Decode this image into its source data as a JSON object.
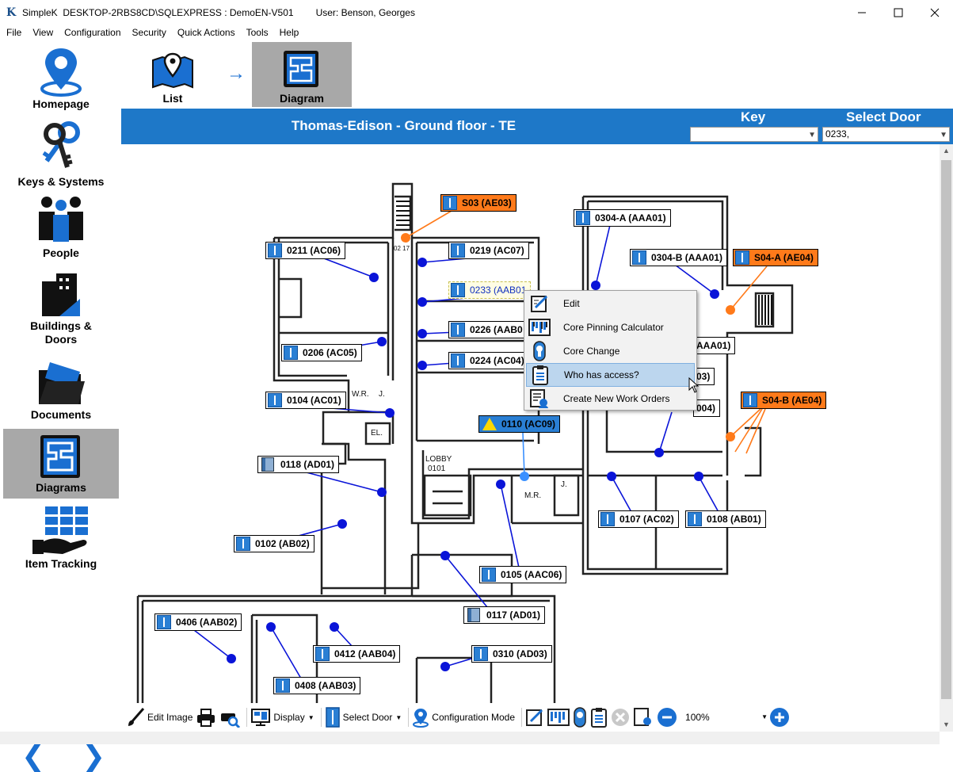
{
  "window": {
    "app_name": "SimpleK",
    "title": "DESKTOP-2RBS8CD\\SQLEXPRESS : DemoEN-V501",
    "user": "User: Benson, Georges",
    "minimize": "—",
    "maximize": "☐",
    "close": "✕"
  },
  "menu": [
    "File",
    "View",
    "Configuration",
    "Security",
    "Quick Actions",
    "Tools",
    "Help"
  ],
  "sidebar": {
    "items": [
      {
        "label": "Homepage",
        "icon": "location-pin-icon"
      },
      {
        "label": "Keys & Systems",
        "icon": "keys-icon"
      },
      {
        "label": "People",
        "icon": "people-icon"
      },
      {
        "label": "Buildings &",
        "label2": "Doors",
        "icon": "buildings-icon"
      },
      {
        "label": "Documents",
        "icon": "folder-icon"
      },
      {
        "label": "Diagrams",
        "icon": "floorplan-icon",
        "active": true
      },
      {
        "label": "Item Tracking",
        "icon": "item-tracking-icon"
      }
    ],
    "back": "❮",
    "forward": "❯"
  },
  "topnav": {
    "list_label": "List",
    "diagram_label": "Diagram",
    "arrow": "→"
  },
  "header": {
    "title": "Thomas-Edison - Ground floor - TE",
    "key_label": "Key",
    "key_value": "",
    "select_door_label": "Select Door",
    "select_door_value": "0233,"
  },
  "doors": [
    {
      "id": "S03 (AE03)",
      "style": "orange"
    },
    {
      "id": "0304-A (AAA01)",
      "style": "normal"
    },
    {
      "id": "0211 (AC06)",
      "style": "normal"
    },
    {
      "id": "0219 (AC07)",
      "style": "normal"
    },
    {
      "id": "0304-B (AAA01)",
      "style": "normal"
    },
    {
      "id": "S04-A (AE04)",
      "style": "orange"
    },
    {
      "id": "0233 (AAB01",
      "style": "selected"
    },
    {
      "id": "0226 (AAB0",
      "style": "normal"
    },
    {
      "id": "0206 (AC05)",
      "style": "normal"
    },
    {
      "id": "0224 (AC04)",
      "style": "normal"
    },
    {
      "id": "AAA01)",
      "style": "normal"
    },
    {
      "id": "03)",
      "style": "normal"
    },
    {
      "id": "0104 (AC01)",
      "style": "normal"
    },
    {
      "id": "S04-B (AE04)",
      "style": "orange"
    },
    {
      "id": "004)",
      "style": "normal"
    },
    {
      "id": "0110 (AC09)",
      "style": "alarm"
    },
    {
      "id": "0118 (AD01)",
      "style": "ad"
    },
    {
      "id": "0107 (AC02)",
      "style": "normal"
    },
    {
      "id": "0108 (AB01)",
      "style": "normal"
    },
    {
      "id": "0102 (AB02)",
      "style": "normal"
    },
    {
      "id": "0105 (AAC06)",
      "style": "normal"
    },
    {
      "id": "0117 (AD01)",
      "style": "ad"
    },
    {
      "id": "0406 (AAB02)",
      "style": "normal"
    },
    {
      "id": "0412 (AAB04)",
      "style": "normal"
    },
    {
      "id": "0310 (AD03)",
      "style": "normal"
    },
    {
      "id": "0408 (AAB03)",
      "style": "normal"
    }
  ],
  "floorplan_text": {
    "lobby": "LOBBY",
    "lobby_num": "0101",
    "wr": "W.R.",
    "j": "J.",
    "el": "EL.",
    "mr": "M.R.",
    "j2": "J.",
    "stair_num": "02 17"
  },
  "context_menu": {
    "items": [
      {
        "label": "Edit",
        "icon": "edit-icon"
      },
      {
        "label": "Core Pinning Calculator",
        "icon": "pinning-calculator-icon"
      },
      {
        "label": "Core Change",
        "icon": "core-change-icon"
      },
      {
        "label": "Who has access?",
        "icon": "clipboard-icon",
        "highlighted": true
      },
      {
        "label": "Create New Work Orders",
        "icon": "work-order-icon"
      }
    ]
  },
  "toolbar": {
    "edit_image": "Edit Image",
    "display": "Display",
    "select_door": "Select Door",
    "configuration_mode": "Configuration Mode",
    "zoom": "100%"
  },
  "colors": {
    "header_blue": "#1e78c8",
    "door_blue": "#0a14d8",
    "orange": "#ff7a1a",
    "sidebar_active": "#a8a8a8"
  }
}
